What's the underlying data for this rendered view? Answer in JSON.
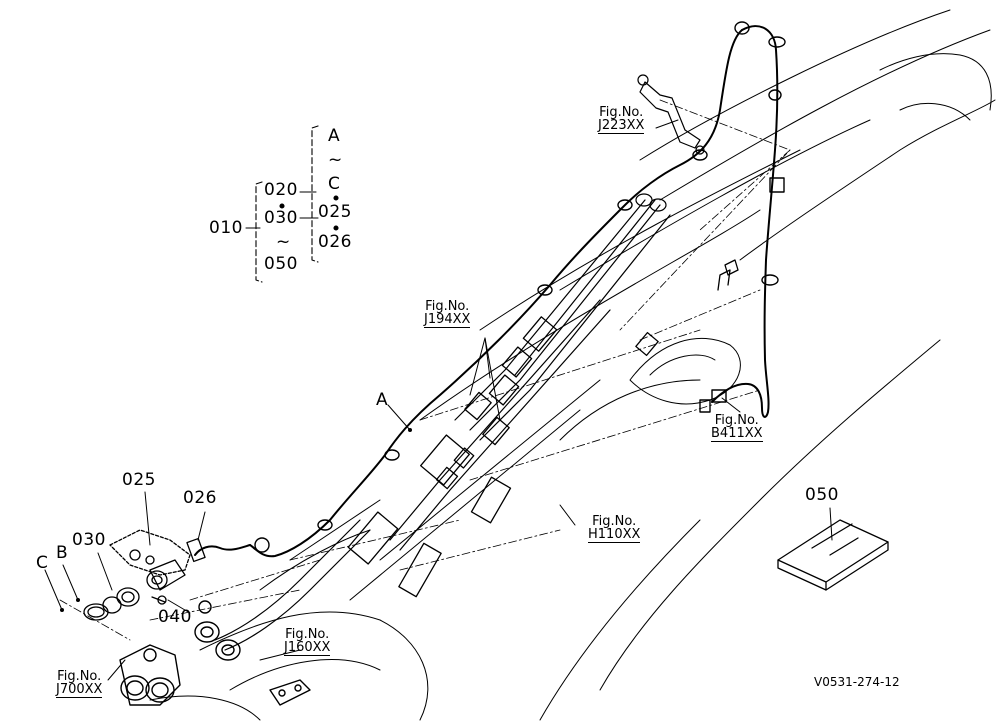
{
  "diagram": {
    "drawing_code": "V0531-274-12",
    "ref_bracket": {
      "root": "010",
      "group1": [
        "020",
        "030",
        "~",
        "050"
      ],
      "group2": [
        "A",
        "~",
        "C",
        "025",
        "026"
      ]
    },
    "part_labels": {
      "p025": "025",
      "p026": "026",
      "p030": "030",
      "p040": "040",
      "p050": "050",
      "pA": "A",
      "pB": "B",
      "pC": "C"
    },
    "fig_refs": [
      {
        "key": "j223",
        "line1": "Fig.No.",
        "line2": "J223XX"
      },
      {
        "key": "j194",
        "line1": "Fig.No.",
        "line2": "J194XX"
      },
      {
        "key": "b411",
        "line1": "Fig.No.",
        "line2": "B411XX"
      },
      {
        "key": "h110",
        "line1": "Fig.No.",
        "line2": "H110XX"
      },
      {
        "key": "j160",
        "line1": "Fig.No.",
        "line2": "J160XX"
      },
      {
        "key": "j700",
        "line1": "Fig.No.",
        "line2": "J700XX"
      }
    ]
  }
}
